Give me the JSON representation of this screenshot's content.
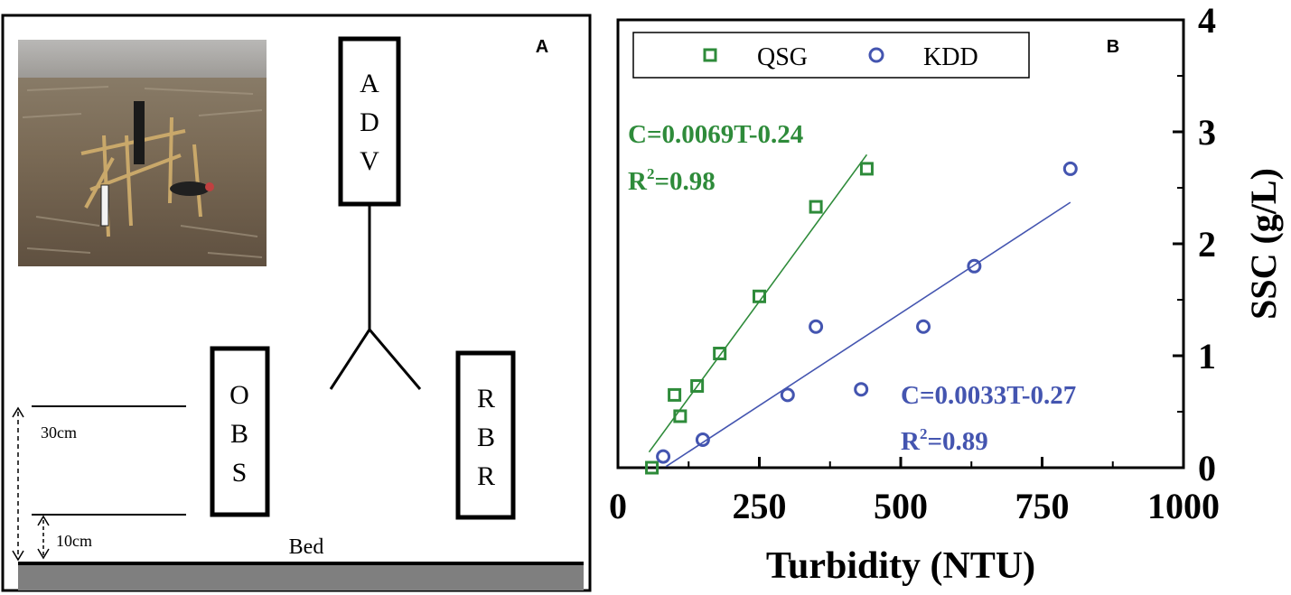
{
  "panel_a": {
    "label": "A",
    "instruments": {
      "adv": [
        "A",
        "D",
        "V"
      ],
      "obs": [
        "O",
        "B",
        "S"
      ],
      "rbr": [
        "R",
        "B",
        "R"
      ]
    },
    "dim_30": "30cm",
    "dim_10": "10cm",
    "bed_label": "Bed",
    "colors": {
      "frame": "#000000",
      "bed": "#7f7f7f",
      "sky": "#a6a4a2",
      "mud": "#7b6a55"
    }
  },
  "panel_b": {
    "label": "B",
    "legend": {
      "qsg": "QSG",
      "kdd": "KDD"
    },
    "annotations": {
      "qsg_eq": "C=0.0069T-0.24",
      "qsg_r2_prefix": "R",
      "qsg_r2_sup": "2",
      "qsg_r2_value": "=0.98",
      "kdd_eq": "C=0.0033T-0.27",
      "kdd_r2_prefix": "R",
      "kdd_r2_sup": "2",
      "kdd_r2_value": "=0.89"
    },
    "colors": {
      "qsg": "#2e8b3a",
      "kdd": "#4455b0"
    }
  },
  "chart_data": {
    "type": "scatter",
    "xlabel": "Turbidity (NTU)",
    "ylabel": "SSC (g/L)",
    "xlim": [
      0,
      1000
    ],
    "ylim": [
      0,
      4
    ],
    "x_ticks": [
      "0",
      "250",
      "500",
      "750",
      "1000"
    ],
    "y_ticks": [
      "0",
      "1",
      "2",
      "3",
      "4"
    ],
    "legend_position": "top",
    "grid": false,
    "series": [
      {
        "name": "QSG",
        "marker": "square",
        "color": "#2e8b3a",
        "points": [
          [
            60,
            0.0
          ],
          [
            100,
            0.65
          ],
          [
            110,
            0.46
          ],
          [
            140,
            0.73
          ],
          [
            180,
            1.02
          ],
          [
            250,
            1.53
          ],
          [
            350,
            2.33
          ],
          [
            440,
            2.67
          ]
        ],
        "fit": {
          "slope": 0.0069,
          "intercept": -0.24,
          "x_range": [
            55,
            440
          ]
        }
      },
      {
        "name": "KDD",
        "marker": "circle",
        "color": "#4455b0",
        "points": [
          [
            80,
            0.1
          ],
          [
            150,
            0.25
          ],
          [
            300,
            0.65
          ],
          [
            350,
            1.26
          ],
          [
            430,
            0.7
          ],
          [
            540,
            1.26
          ],
          [
            630,
            1.8
          ],
          [
            800,
            2.67
          ]
        ],
        "fit": {
          "slope": 0.0033,
          "intercept": -0.27,
          "x_range": [
            85,
            800
          ]
        }
      }
    ]
  }
}
